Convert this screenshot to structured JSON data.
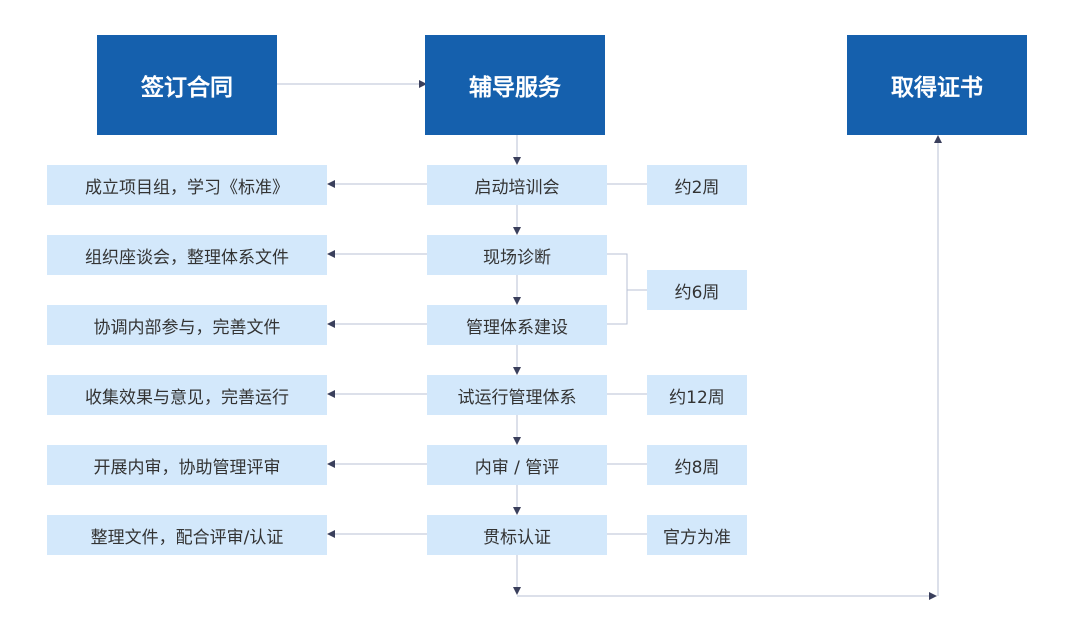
{
  "main": {
    "sign_contract": "签订合同",
    "consulting": "辅导服务",
    "certificate": "取得证书"
  },
  "steps": [
    {
      "label": "启动培训会",
      "side": "成立项目组，学习《标准》"
    },
    {
      "label": "现场诊断",
      "side": "组织座谈会，整理体系文件"
    },
    {
      "label": "管理体系建设",
      "side": "协调内部参与，完善文件"
    },
    {
      "label": "试运行管理体系",
      "side": "收集效果与意见，完善运行"
    },
    {
      "label": "内审 / 管评",
      "side": "开展内审，协助管理评审"
    },
    {
      "label": "贯标认证",
      "side": "整理文件，配合评审/认证"
    }
  ],
  "durations": [
    "约2周",
    "约6周",
    "约12周",
    "约8周",
    "官方为准"
  ],
  "colors": {
    "main": "#1560ad",
    "light": "#d3e8fb",
    "line": "#b8c2d6",
    "arrow": "#3a3f5c"
  }
}
